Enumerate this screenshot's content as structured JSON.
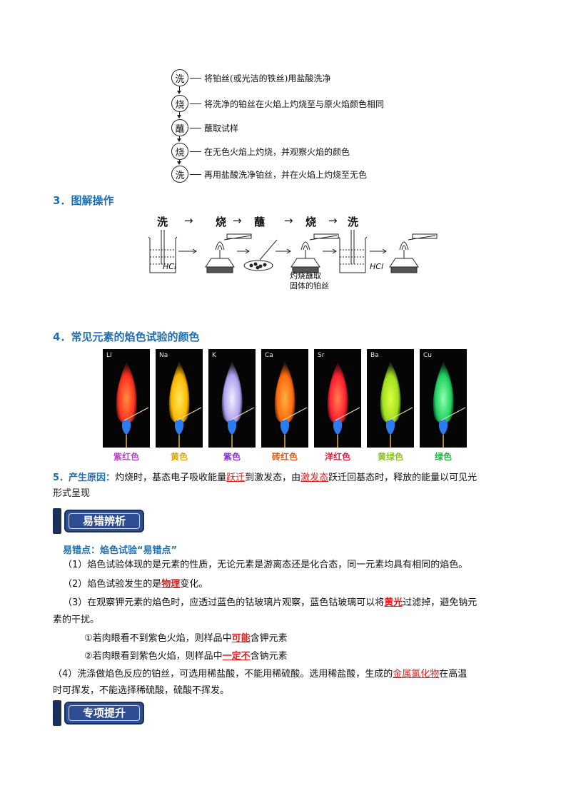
{
  "flow_steps": [
    {
      "char": "洗",
      "text": "将铂丝(或光洁的铁丝)用盐酸洗净"
    },
    {
      "char": "烧",
      "text": "将洗净的铂丝在火焰上灼烧至与原火焰颜色相同"
    },
    {
      "char": "蘸",
      "text": "蘸取试样"
    },
    {
      "char": "烧",
      "text": "在无色火焰上灼烧，并观察火焰的颜色"
    },
    {
      "char": "洗",
      "text": "再用盐酸洗净铂丝，并在火焰上灼烧至无色"
    }
  ],
  "section3": {
    "number": "3．",
    "title": "图解操作",
    "sequence": [
      "洗",
      "烧",
      "蘸",
      "烧",
      "洗"
    ],
    "arrow": "→",
    "hcl1": "HCl",
    "hcl2": "HCl",
    "handwritten_note": [
      "灼烧蘸取",
      "固体的铂丝"
    ]
  },
  "section4": {
    "number": "4．",
    "title": "常见元素的焰色试验的颜色",
    "flames": [
      {
        "element": "Li",
        "color_name": "紫红色",
        "label_color": "#c03ad0",
        "flame": "#ff3020",
        "flame_core": "#ff9040"
      },
      {
        "element": "Na",
        "color_name": "黄色",
        "label_color": "#e0a800",
        "flame": "#ffb800",
        "flame_core": "#ffe860"
      },
      {
        "element": "K",
        "color_name": "紫色",
        "label_color": "#8a2be2",
        "flame": "#b0a0f0",
        "flame_core": "#f4f0ff"
      },
      {
        "element": "Ca",
        "color_name": "砖红色",
        "label_color": "#e05a10",
        "flame": "#ff6a10",
        "flame_core": "#ffb040"
      },
      {
        "element": "Sr",
        "color_name": "洋红色",
        "label_color": "#e0203a",
        "flame": "#ff2030",
        "flame_core": "#ff8050"
      },
      {
        "element": "Ba",
        "color_name": "黄绿色",
        "label_color": "#8cc020",
        "flame": "#9ee020",
        "flame_core": "#e0ff40"
      },
      {
        "element": "Cu",
        "color_name": "绿色",
        "label_color": "#22b040",
        "flame": "#20d060",
        "flame_core": "#90ffb0"
      }
    ]
  },
  "section5": {
    "number": "5．",
    "title": "产生原因：",
    "text_a": "灼烧时，基态电子吸收能量",
    "hl1": "跃迁",
    "text_b": "到激发态，由",
    "hl2": "激发态",
    "text_c": "跃迁回基态时，释放的能量以可见光",
    "line2": "形式呈现"
  },
  "banner1": "易错辨析",
  "errors": {
    "subtitle": "易错点：焰色试验“易错点”",
    "p1": "（1）焰色试验体现的是元素的性质，无论元素是游离态还是化合态，同一元素均具有相同的焰色。",
    "p2_a": "（2）焰色试验发生的是",
    "p2_hl": "物理",
    "p2_b": "变化。",
    "p3_a": "（3）在观察钾元素的焰色时，应透过蓝色的钴玻璃片观察，蓝色钴玻璃可以将",
    "p3_hl": "黄光",
    "p3_b": "过滤掉，避免钠元",
    "p3_line2": "素的干扰。",
    "p3_i_a": "①若肉眼看不到紫色火焰，则样品中",
    "p3_i_hl": "可能",
    "p3_i_b": "含钾元素",
    "p3_ii_a": "②若肉眼看到紫色火焰，则样品中",
    "p3_ii_hl": "一定不",
    "p3_ii_b": "含钠元素",
    "p4_a": "（4）洗涤做焰色反应的铂丝，可选用稀盐酸，不能用稀硫酸。选用稀盐酸，生成的",
    "p4_hl": "金属氯化物",
    "p4_b": "在高温",
    "p4_line2": "时可挥发，不能选择稀硫酸，硫酸不挥发。"
  },
  "banner2": "专项提升"
}
